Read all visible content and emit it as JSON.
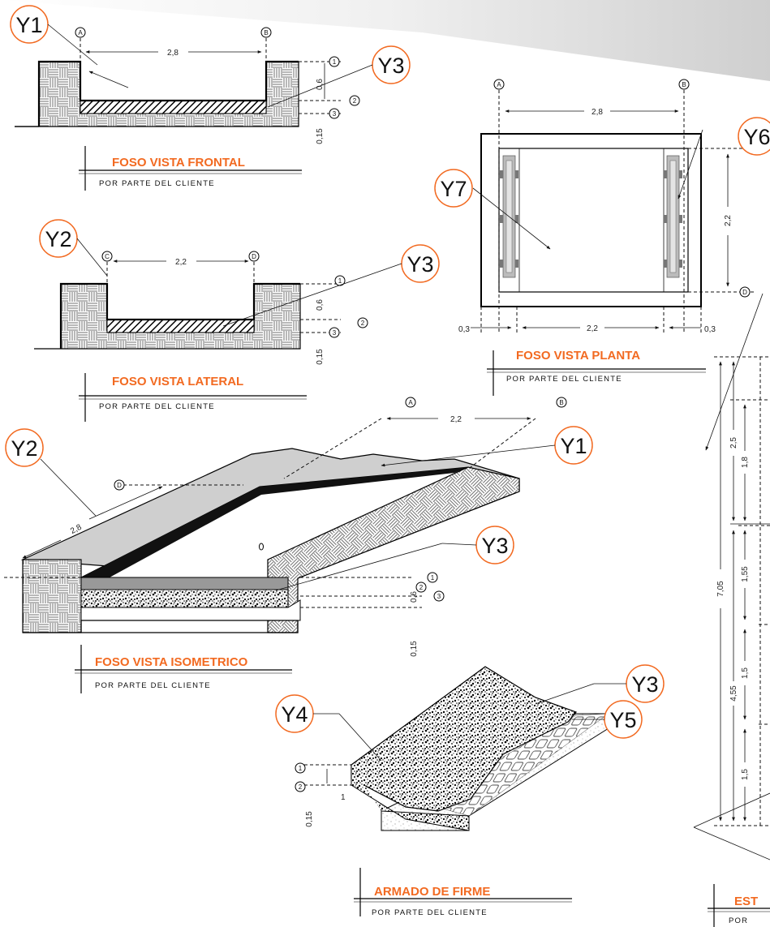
{
  "views": {
    "frontal": {
      "title": "FOSO VISTA FRONTAL",
      "subtitle": "POR PARTE DEL CLIENTE",
      "dims": {
        "width": "2,8",
        "depth": "0,6",
        "base": "0,15"
      }
    },
    "lateral": {
      "title": "FOSO VISTA LATERAL",
      "subtitle": "POR PARTE DEL CLIENTE",
      "dims": {
        "width": "2,2",
        "depth": "0,6",
        "base": "0,15"
      }
    },
    "planta": {
      "title": "FOSO VISTA PLANTA",
      "subtitle": "POR PARTE DEL CLIENTE",
      "dims": {
        "width": "2,8",
        "height": "2,2",
        "inner": "2,2",
        "left": "0,3",
        "right": "0,3"
      }
    },
    "isometrico": {
      "title": "FOSO VISTA ISOMETRICO",
      "subtitle": "POR PARTE DEL CLIENTE",
      "dims": {
        "width": "2,2",
        "length": "2,8",
        "depth": "0,6",
        "base": "0,15"
      }
    },
    "armado": {
      "title": "ARMADO DE FIRME",
      "subtitle": "POR PARTE DEL CLIENTE",
      "dims": {
        "base": "0,15",
        "one": "1"
      }
    },
    "estructura": {
      "title": "EST",
      "subtitle": "POR",
      "dims": {
        "total": "7,05",
        "a": "2,5",
        "b": "1,8",
        "c": "1,55",
        "d": "4,55",
        "e": "1,5",
        "f": "1,5"
      }
    }
  },
  "callouts": [
    "Y1",
    "Y2",
    "Y3",
    "Y4",
    "Y5",
    "Y6",
    "Y7"
  ],
  "grid_markers": [
    "A",
    "B",
    "C",
    "D",
    "1",
    "2",
    "3"
  ],
  "colors": {
    "accent": "#f26a21",
    "line": "#111111"
  }
}
